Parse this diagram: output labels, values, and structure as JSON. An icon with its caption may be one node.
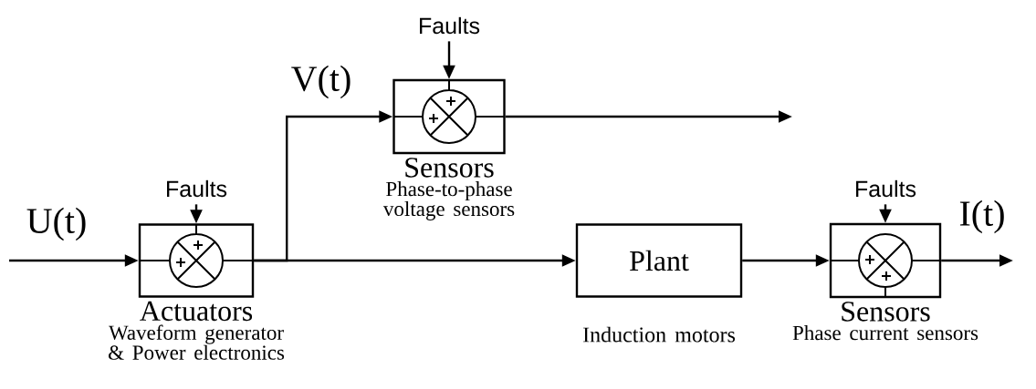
{
  "diagram": {
    "nodes": [
      {
        "text": [
          "Actuators",
          "Waveform generator & Power electronics"
        ]
      },
      {
        "text": [
          "Sensors",
          "Phase-to-phase voltage sensors"
        ]
      },
      {
        "text": [
          "Plant"
        ],
        "beside": [
          "Induction motors"
        ]
      },
      {
        "text": [
          "Sensors",
          "Phase current sensors"
        ]
      },
      {
        "text": [
          "Faults"
        ]
      },
      {
        "text": [
          "Faults"
        ]
      },
      {
        "text": [
          "Faults"
        ]
      }
    ],
    "edges": [
      {
        "from": null,
        "to": 0,
        "arrow": "to",
        "label": "U(t)"
      },
      {
        "from": 4,
        "to": 0,
        "arrow": "to"
      },
      {
        "from": 0,
        "to": 1,
        "arrow": "to",
        "label": "V(t)"
      },
      {
        "from": 5,
        "to": 1,
        "arrow": "to"
      },
      {
        "from": 1,
        "to": null,
        "arrow": "to"
      },
      {
        "from": 0,
        "to": 2,
        "arrow": "to"
      },
      {
        "from": 2,
        "to": 3,
        "arrow": "to"
      },
      {
        "from": 6,
        "to": 3,
        "arrow": "to"
      },
      {
        "from": 3,
        "to": null,
        "arrow": "to",
        "label": "I(t)"
      }
    ]
  }
}
